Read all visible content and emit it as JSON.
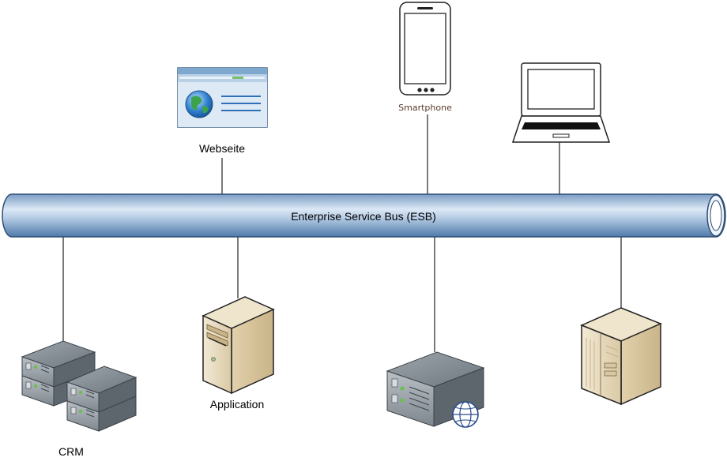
{
  "bus": {
    "label": "Enterprise Service Bus (ESB)"
  },
  "nodes": {
    "webseite": {
      "label": "Webseite",
      "icon": "webpage-icon"
    },
    "smartphone": {
      "label": "Smartphone",
      "icon": "smartphone-icon"
    },
    "laptop": {
      "label": "",
      "icon": "laptop-icon"
    },
    "crm": {
      "label": "CRM",
      "icon": "server-rack-stack-icon"
    },
    "application": {
      "label": "Application",
      "icon": "tower-server-icon"
    },
    "web_server": {
      "label": "",
      "icon": "web-server-icon"
    },
    "mainframe": {
      "label": "",
      "icon": "mainframe-server-icon"
    }
  },
  "colors": {
    "bus_light": "#c5d9ee",
    "bus_dark": "#5f87b4",
    "line": "#222222",
    "server_grey": "#8a9298",
    "beige": "#e8dcc0"
  }
}
